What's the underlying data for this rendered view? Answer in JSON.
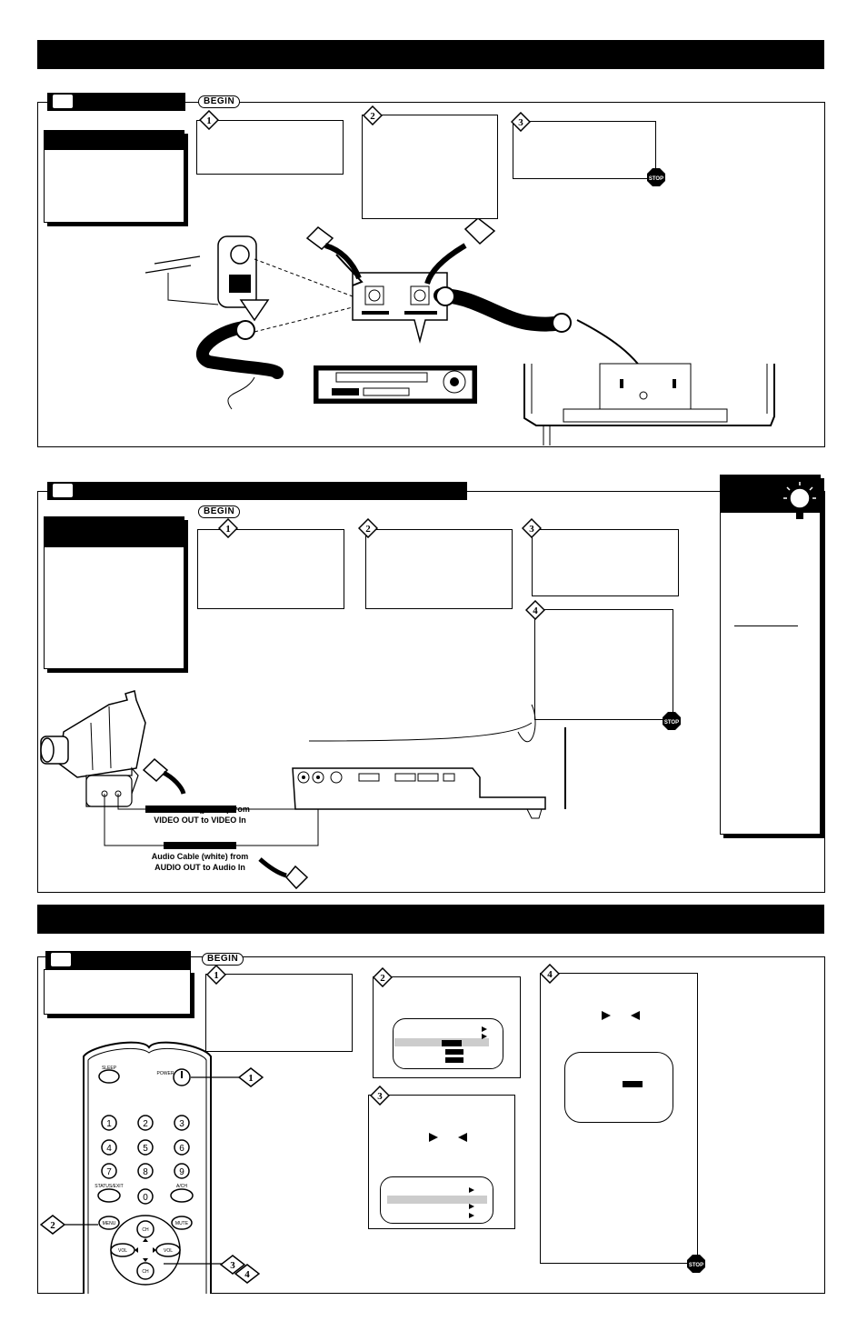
{
  "labels": {
    "begin": "BEGIN",
    "stop": "STOP"
  },
  "steps": [
    "1",
    "2",
    "3",
    "4"
  ],
  "camcorder_section": {
    "video_cable_line1": "Video Cable (yellow) from",
    "video_cable_line2": "VIDEO OUT to VIDEO In",
    "audio_cable_line1": "Audio Cable (white) from",
    "audio_cable_line2": "AUDIO OUT to Audio In"
  },
  "remote": {
    "sleep": "SLEEP",
    "power": "POWER",
    "keys": [
      "1",
      "2",
      "3",
      "4",
      "5",
      "6",
      "7",
      "8",
      "9",
      "0"
    ],
    "status_exit": "STATUS/EXIT",
    "a_ch": "A/CH",
    "menu": "MENU",
    "mute": "MUTE",
    "ch": "CH",
    "vol": "VOL"
  },
  "colors": {
    "ink": "#000000",
    "paper": "#ffffff",
    "highlight": "#cccccc"
  }
}
